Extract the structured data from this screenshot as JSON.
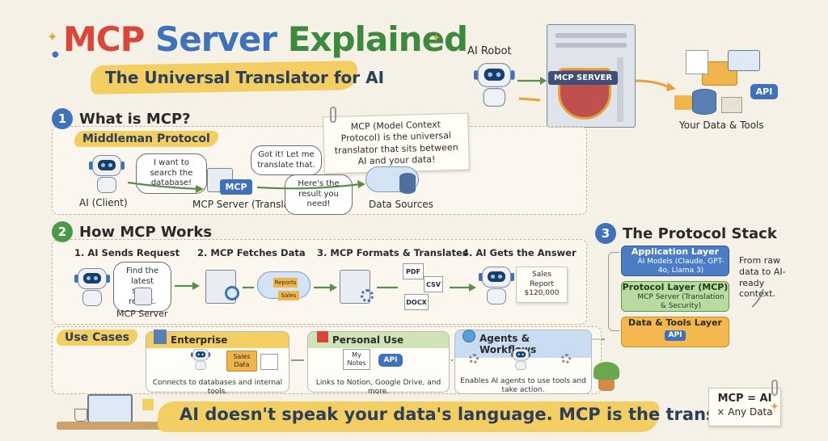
{
  "header": {
    "title_part1": "MCP",
    "title_part2": "Server",
    "title_part3": "Explained",
    "subtitle": "The Universal Translator for AI"
  },
  "hero": {
    "robot_label": "AI Robot",
    "server_badge": "MCP SERVER",
    "api_badge": "API",
    "tools_label": "Your Data & Tools"
  },
  "section1": {
    "number": "1",
    "title": "What is MCP?",
    "subtitle": "Middleman Protocol",
    "note": "MCP (Model Context Protocol) is the universal translator that sits between AI and your data!",
    "client_bubble": "I want to search the database!",
    "translator_bubble": "Got it! Let me translate that.",
    "result_bubble": "Here's the result you need!",
    "client_label": "AI (Client)",
    "server_badge": "MCP",
    "server_label": "MCP Server (Translator)",
    "sources_label": "Data Sources"
  },
  "section2": {
    "number": "2",
    "title": "How MCP Works",
    "steps": [
      "1. AI Sends Request",
      "2. MCP Fetches Data",
      "3. MCP Formats & Translates",
      "4. AI Gets the Answer"
    ],
    "request_bubble": "Find the latest sales report.",
    "step1_server_label": "MCP Server",
    "cloud_tags": [
      "Reports",
      "Sales"
    ],
    "file_tags": [
      "PDF",
      "CSV",
      "DOCX"
    ],
    "answer_card": "Sales Report $120,000"
  },
  "section3": {
    "number": "3",
    "title": "The Protocol Stack",
    "side_note": "From raw data to AI-ready context.",
    "layers": [
      {
        "title": "Application Layer",
        "desc": "AI Models (Claude, GPT-4o, Llama 3)"
      },
      {
        "title": "Protocol Layer (MCP)",
        "desc": "MCP Server (Translation & Security)"
      },
      {
        "title": "Data & Tools Layer",
        "desc": "API"
      }
    ]
  },
  "use_cases": {
    "label": "Use Cases",
    "cards": [
      {
        "title": "Enterprise",
        "inner": "Sales Data",
        "desc": "Connects to databases and internal tools."
      },
      {
        "title": "Personal Use",
        "inner": "My Notes",
        "desc": "Links to Notion, Google Drive, and more.",
        "api": "API"
      },
      {
        "title": "Agents & Workflows",
        "inner": "",
        "desc": "Enables AI agents to use tools and take action."
      }
    ]
  },
  "footer": {
    "banner": "AI doesn't speak your data's language. MCP is the translator.",
    "equation_top": "MCP = AI",
    "equation_bottom": "× Any Data"
  },
  "colors": {
    "red": "#d9473a",
    "blue": "#3f72b8",
    "green": "#3d8a3e",
    "yellow": "#f3cf63",
    "orange": "#e3a23a"
  }
}
